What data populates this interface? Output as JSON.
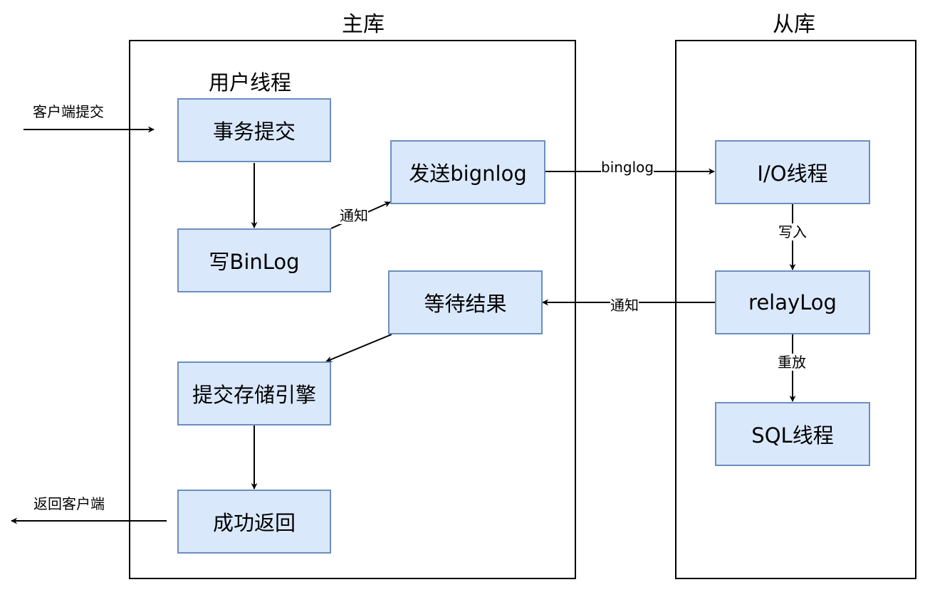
{
  "containers": {
    "master_title": "主库",
    "slave_title": "从库"
  },
  "master": {
    "user_thread_label": "用户线程",
    "commit_tx": "事务提交",
    "write_binlog": "写BinLog",
    "send_binlog": "发送bignlog",
    "wait_result": "等待结果",
    "commit_engine": "提交存储引擎",
    "success_return": "成功返回"
  },
  "slave": {
    "io_thread": "I/O线程",
    "relay_log": "relayLog",
    "sql_thread": "SQL线程"
  },
  "edges": {
    "client_commit": "客户端提交",
    "return_client": "返回客户端",
    "notify_1": "通知",
    "binlog": "binglog",
    "write_in": "写入",
    "notify_2": "通知",
    "replay": "重放"
  },
  "colors": {
    "box_fill": "#dae8fc",
    "box_stroke": "#6c8ebf",
    "line": "#000000"
  }
}
